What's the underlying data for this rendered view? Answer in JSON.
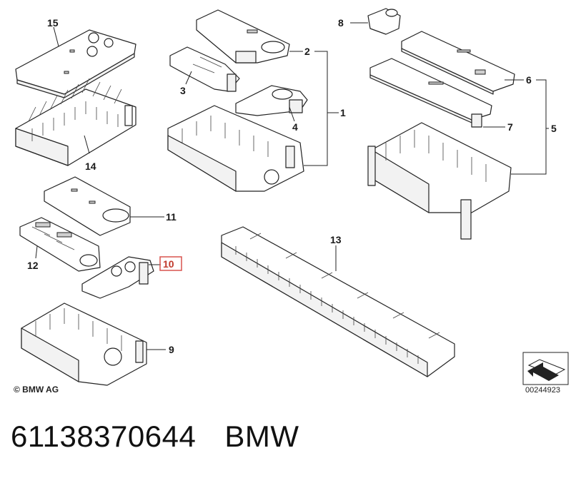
{
  "callouts": [
    "15",
    "14",
    "2",
    "3",
    "4",
    "1",
    "8",
    "6",
    "7",
    "5",
    "11",
    "12",
    "10",
    "9",
    "13"
  ],
  "highlighted_callout": "10",
  "copyright": "© BMW AG",
  "reference_number": "00244923",
  "caption": {
    "part_number": "61138370644",
    "brand": "BMW"
  },
  "colors": {
    "highlight": "#d9534f",
    "line": "#222222"
  }
}
